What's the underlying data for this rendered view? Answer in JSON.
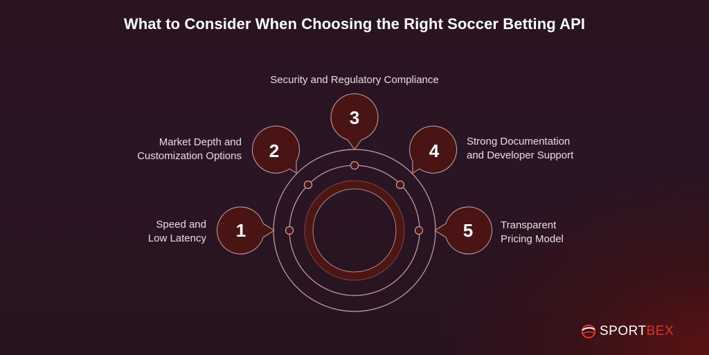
{
  "title": "What to Consider When Choosing the Right Soccer Betting API",
  "colors": {
    "background": "#2a1422",
    "bubble_fill": "#4a1414",
    "stroke": "#c9a5a8",
    "accent_red": "#e0312f"
  },
  "items": [
    {
      "number": "1",
      "label_line1": "Speed and",
      "label_line2": "Low Latency"
    },
    {
      "number": "2",
      "label_line1": "Market Depth and",
      "label_line2": "Customization Options"
    },
    {
      "number": "3",
      "label_line1": "Security and Regulatory Compliance",
      "label_line2": ""
    },
    {
      "number": "4",
      "label_line1": "Strong Documentation",
      "label_line2": "and Developer Support"
    },
    {
      "number": "5",
      "label_line1": "Transparent",
      "label_line2": "Pricing Model"
    }
  ],
  "logo": {
    "part1": "SPORT",
    "part2": "BEX",
    "icon": "globe-swoosh-icon"
  }
}
